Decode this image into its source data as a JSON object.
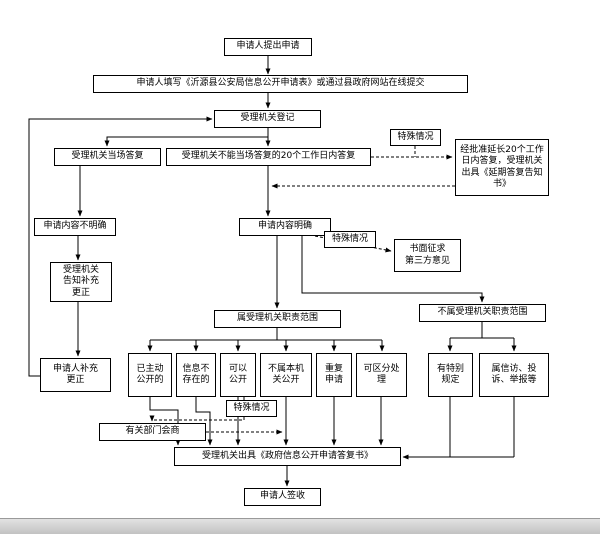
{
  "colors": {
    "line": "#000000",
    "box_background": "#ffffff",
    "footer_bar": "#c9c9c9"
  },
  "nodes": {
    "submit": {
      "label": "申请人提出申请"
    },
    "fill_form": {
      "label": "申请人填写《沂源县公安局信息公开申请表》或通过县政府网站在线提交"
    },
    "register": {
      "label": "受理机关登记"
    },
    "reply_onsite": {
      "label": "受理机关当场答复"
    },
    "reply_not_onsite": {
      "label": "受理机关不能当场答复的20个工作日内答复"
    },
    "special_case_1": {
      "label": "特殊情况"
    },
    "extension": {
      "label": "经批准延长20个工作日内答复，受理机关出具《延期答复告知书》"
    },
    "unclear": {
      "label": "申请内容不明确"
    },
    "clear": {
      "label": "申请内容明确"
    },
    "special_case_2": {
      "label": "特殊情况"
    },
    "third_party": {
      "label": "书面征求\n第三方意见"
    },
    "notify_correction": {
      "label": "受理机关\n告知补充\n更正"
    },
    "in_scope": {
      "label": "属受理机关职责范围"
    },
    "out_scope": {
      "label": "不属受理机关职责范围"
    },
    "supplement": {
      "label": "申请人补充\n更正"
    },
    "already_public": {
      "label": "已主动\n公开的"
    },
    "not_exist": {
      "label": "信息不\n存在的"
    },
    "can_disclose": {
      "label": "可以\n公开"
    },
    "other_authority": {
      "label": "不属本机\n关公开"
    },
    "repeat_request": {
      "label": "重复\n申请"
    },
    "separable": {
      "label": "可区分处\n理"
    },
    "special_provision": {
      "label": "有特别\n规定"
    },
    "petition": {
      "label": "属信访、投\n诉、举报等"
    },
    "special_case_3": {
      "label": "特殊情况"
    },
    "consultation": {
      "label": "有关部门会商"
    },
    "reply_doc": {
      "label": "受理机关出具《政府信息公开申请答复书》"
    },
    "sign_receipt": {
      "label": "申请人签收"
    }
  }
}
